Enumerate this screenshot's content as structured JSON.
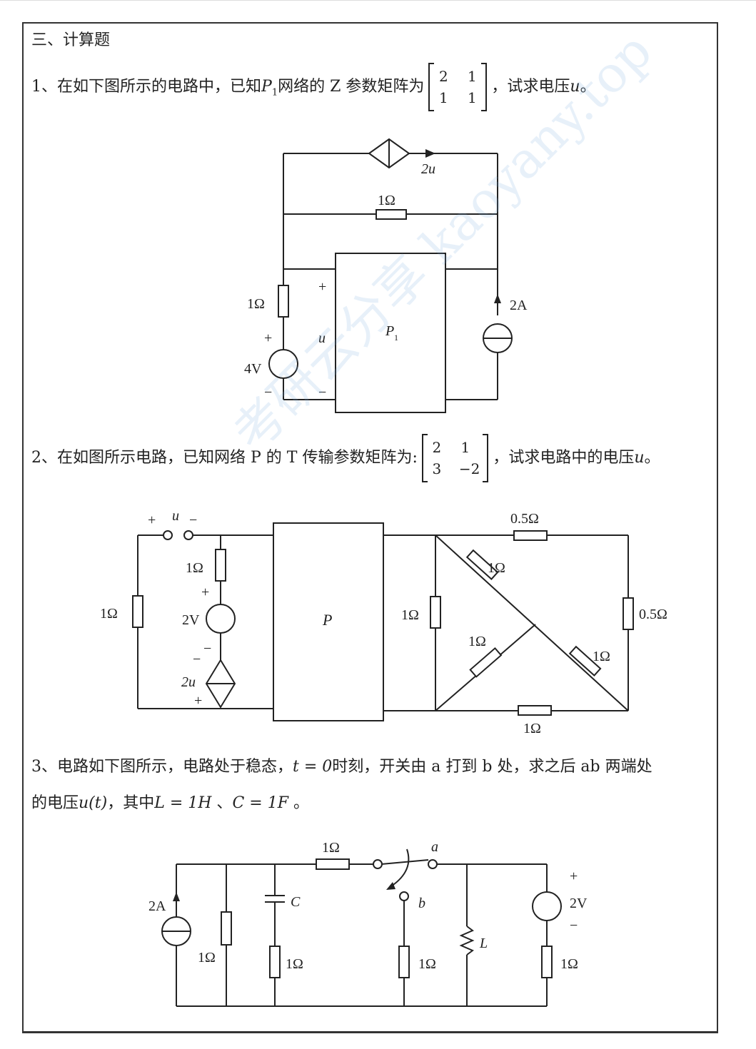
{
  "section_title": "三、计算题",
  "q1": {
    "prefix": "1、在如下图所示的电路中，已知",
    "net": "P",
    "net_sub": "1",
    "mid": "网络的 Z 参数矩阵为",
    "matrix": [
      [
        "2",
        "1"
      ],
      [
        "1",
        "1"
      ]
    ],
    "suffix": "，试求电压",
    "var": "u",
    "end": "。",
    "circuit": {
      "dep_source": "2u",
      "r_top": "1Ω",
      "r_left": "1Ω",
      "plus": "+",
      "minus": "−",
      "port_v": "u",
      "block": "P",
      "block_sub": "1",
      "vsrc": "4V",
      "isrc": "2A"
    }
  },
  "q2": {
    "prefix": "2、在如图所示电路，已知网络 P 的 T 传输参数矩阵为:",
    "matrix": [
      [
        "2",
        "1"
      ],
      [
        "3",
        "−2"
      ]
    ],
    "suffix": "，试求电路中的电压",
    "var": "u",
    "end": "。",
    "circuit": {
      "u_label": "u",
      "plus": "+",
      "minus": "−",
      "r_left": "1Ω",
      "r_series": "1Ω",
      "vsrc": "2V",
      "dep_source": "2u",
      "block": "P",
      "r_top": "0.5Ω",
      "r_right": "0.5Ω",
      "r_diag1": "1Ω",
      "r_mid": "1Ω",
      "r_diag2": "1Ω",
      "r_diag3": "1Ω",
      "r_bottom": "1Ω"
    }
  },
  "q3": {
    "line1_prefix": "3、电路如下图所示，电路处于稳态，",
    "t_eq": "t = 0",
    "line1_suffix": "时刻，开关由 a 打到 b 处，求之后 ab 两端处",
    "line2_prefix": "的电压",
    "u_t": "u(t)",
    "line2_mid": "，其中",
    "L_eq": "L = 1H",
    "sep": " 、",
    "C_eq": "C = 1F",
    "end": " 。",
    "circuit": {
      "isrc": "2A",
      "r1": "1Ω",
      "cap": "C",
      "r2": "1Ω",
      "r_top": "1Ω",
      "node_a": "a",
      "node_b": "b",
      "r3": "1Ω",
      "ind": "L",
      "vsrc": "2V",
      "plus": "+",
      "minus": "−",
      "r4": "1Ω"
    }
  },
  "watermark": "考研云分享 kaoyany.top"
}
